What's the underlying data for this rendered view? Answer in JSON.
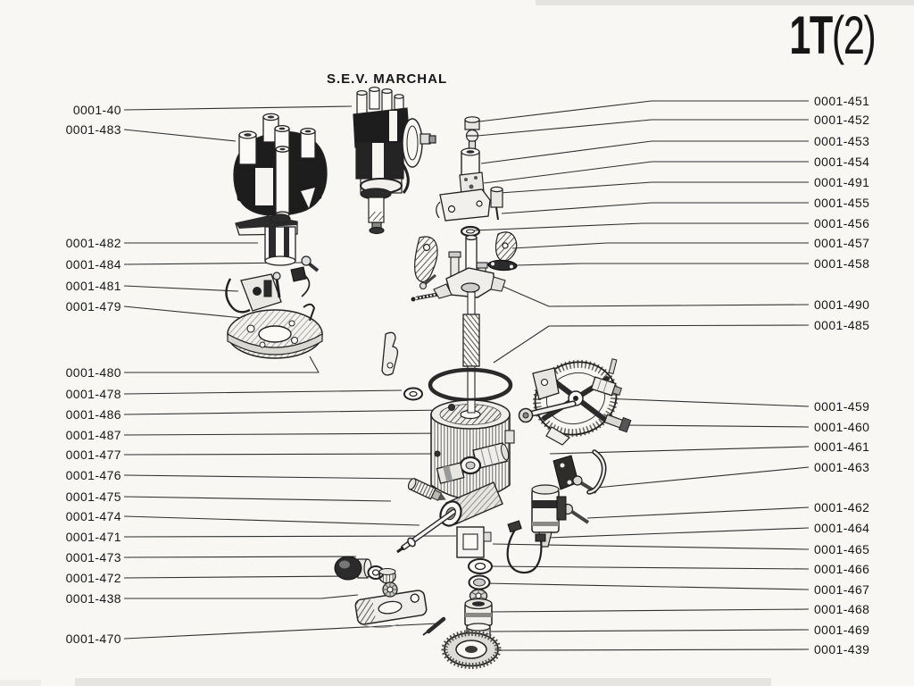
{
  "page": {
    "code": "1T",
    "code_suffix": "(2)",
    "brand": "S.E.V. MARCHAL"
  },
  "labels": {
    "left": [
      "0001-40",
      "0001-483",
      "0001-482",
      "0001-484",
      "0001-481",
      "0001-479",
      "0001-480",
      "0001-478",
      "0001-486",
      "0001-487",
      "0001-477",
      "0001-476",
      "0001-475",
      "0001-474",
      "0001-471",
      "0001-473",
      "0001-472",
      "0001-438",
      "0001-470"
    ],
    "right": [
      "0001-451",
      "0001-452",
      "0001-453",
      "0001-454",
      "0001-491",
      "0001-455",
      "0001-456",
      "0001-457",
      "0001-458",
      "0001-490",
      "0001-485",
      "0001-459",
      "0001-460",
      "0001-461",
      "0001-463",
      "0001-462",
      "0001-464",
      "0001-465",
      "0001-466",
      "0001-467",
      "0001-468",
      "0001-469",
      "0001-439"
    ]
  }
}
